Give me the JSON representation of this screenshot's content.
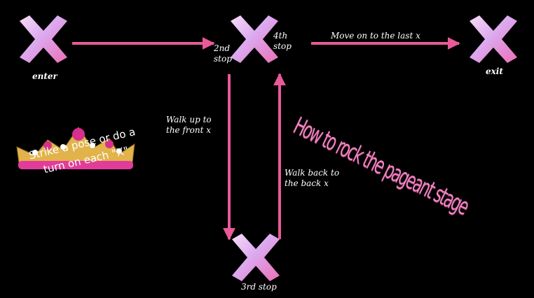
{
  "title": "How to rock the pageant stage",
  "tip": "Strike a pose or do a turn on each \"X\"",
  "stops": {
    "enter": "enter",
    "second": "2nd stop",
    "fourth": "4th stop",
    "exit": "exit",
    "third": "3rd stop"
  },
  "directions": {
    "walk_up": "Walk up to the front x",
    "walk_back": "Walk back to the back x",
    "move_on": "Move on to the last x"
  },
  "colors": {
    "background": "#000000",
    "arrow": "#e85a98",
    "x_light": "#efc4f2",
    "x_pink": "#ec6fb6",
    "title": "#ee85c0"
  }
}
